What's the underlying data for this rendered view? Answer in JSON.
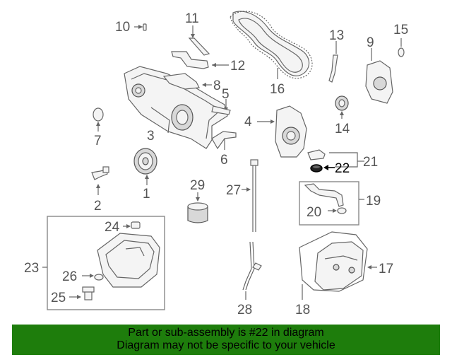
{
  "diagram": {
    "callouts": [
      "1",
      "2",
      "3",
      "4",
      "5",
      "6",
      "7",
      "8",
      "9",
      "10",
      "11",
      "12",
      "13",
      "14",
      "15",
      "16",
      "17",
      "18",
      "19",
      "20",
      "21",
      "22",
      "23",
      "24",
      "25",
      "26",
      "27",
      "28",
      "29"
    ],
    "highlighted_part": "22",
    "colors": {
      "highlight": "#000000",
      "part_line": "#666666",
      "footer_bg": "#1e7d0c"
    }
  },
  "footer": {
    "line1": "Part or sub-assembly is #22 in diagram",
    "line2": "Diagram may not be specific to your vehicle"
  }
}
